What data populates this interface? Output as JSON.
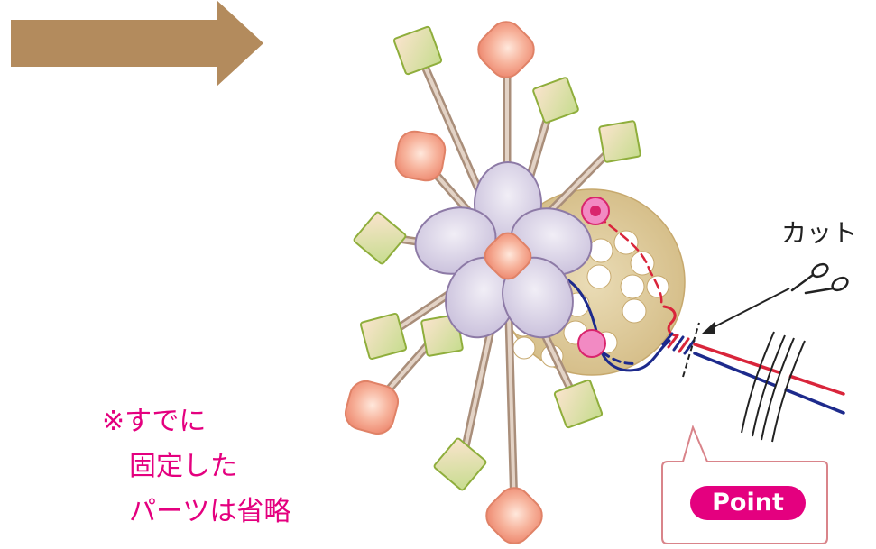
{
  "arrow": {
    "color": "#b38b5d",
    "direction": "right"
  },
  "note": {
    "lines": [
      "※すでに",
      "　固定した",
      "　パーツは省略"
    ],
    "color": "#e4007f"
  },
  "cut": {
    "label": "カット",
    "icon": "scissors-icon"
  },
  "point_callout": {
    "label": "Point",
    "accent": "#e4007f",
    "border": "#d9848a"
  },
  "colors": {
    "wire": "#c5ab96",
    "green_bead": "#a2be54",
    "pink_bead": "#f3a08a",
    "flower": "#cbc2dc",
    "disc": "#dcc693",
    "red_thread": "#d9253b",
    "blue_thread": "#1d2a8c"
  }
}
